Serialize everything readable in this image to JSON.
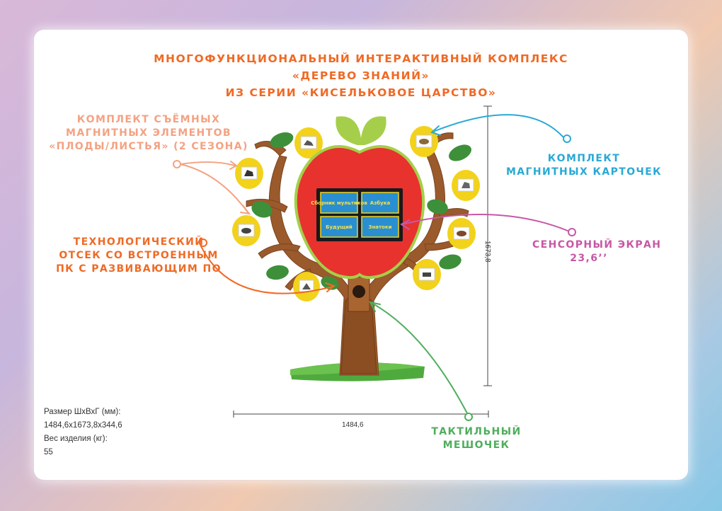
{
  "title": {
    "line1": "МНОГОФУНКЦИОНАЛЬНЫЙ ИНТЕРАКТИВНЫЙ КОМПЛЕКС",
    "line2": "«ДЕРЕВО ЗНАНИЙ»",
    "line3": "ИЗ СЕРИИ «КИСЕЛЬКОВОЕ ЦАРСТВО»"
  },
  "labels": {
    "magnetic": [
      "КОМПЛЕКТ СЪЁМНЫХ",
      "МАГНИТНЫХ ЭЛЕМЕНТОВ",
      "«ПЛОДЫ/ЛИСТЬЯ» (2 СЕЗОНА)"
    ],
    "cards": [
      "КОМПЛЕКТ",
      "МАГНИТНЫХ КАРТОЧЕК"
    ],
    "tech": [
      "ТЕХНОЛОГИЧЕСКИЙ",
      "ОТСЕК СО ВСТРОЕННЫМ",
      "ПК С РАЗВИВАЮЩИМ ПО"
    ],
    "screen": [
      "СЕНСОРНЫЙ ЭКРАН",
      "23,6’’"
    ],
    "bag": [
      "ТАКТИЛЬНЫЙ",
      "МЕШОЧЕК"
    ]
  },
  "specs": {
    "size_label": "Размер ШхВхГ (мм):",
    "size_value": "1484,6х1673,8х344,6",
    "weight_label": "Вес изделия (кг):",
    "weight_value": "55"
  },
  "dimensions": {
    "width": "1484,6",
    "height": "1673,8"
  },
  "screen_tiles": [
    "Сборник мультиков",
    "Азбука",
    "Будущий",
    "Знатоки"
  ],
  "colors": {
    "title": "#ef6a25",
    "magnetic": "#f4a282",
    "cards": "#2aa9d6",
    "tech": "#ef6a25",
    "screen": "#c758a5",
    "bag": "#4fae5c",
    "apple": "#e8322e",
    "trunk": "#9a5a2b",
    "leaf": "#3e8f3a",
    "fruit": "#f2d21b"
  }
}
